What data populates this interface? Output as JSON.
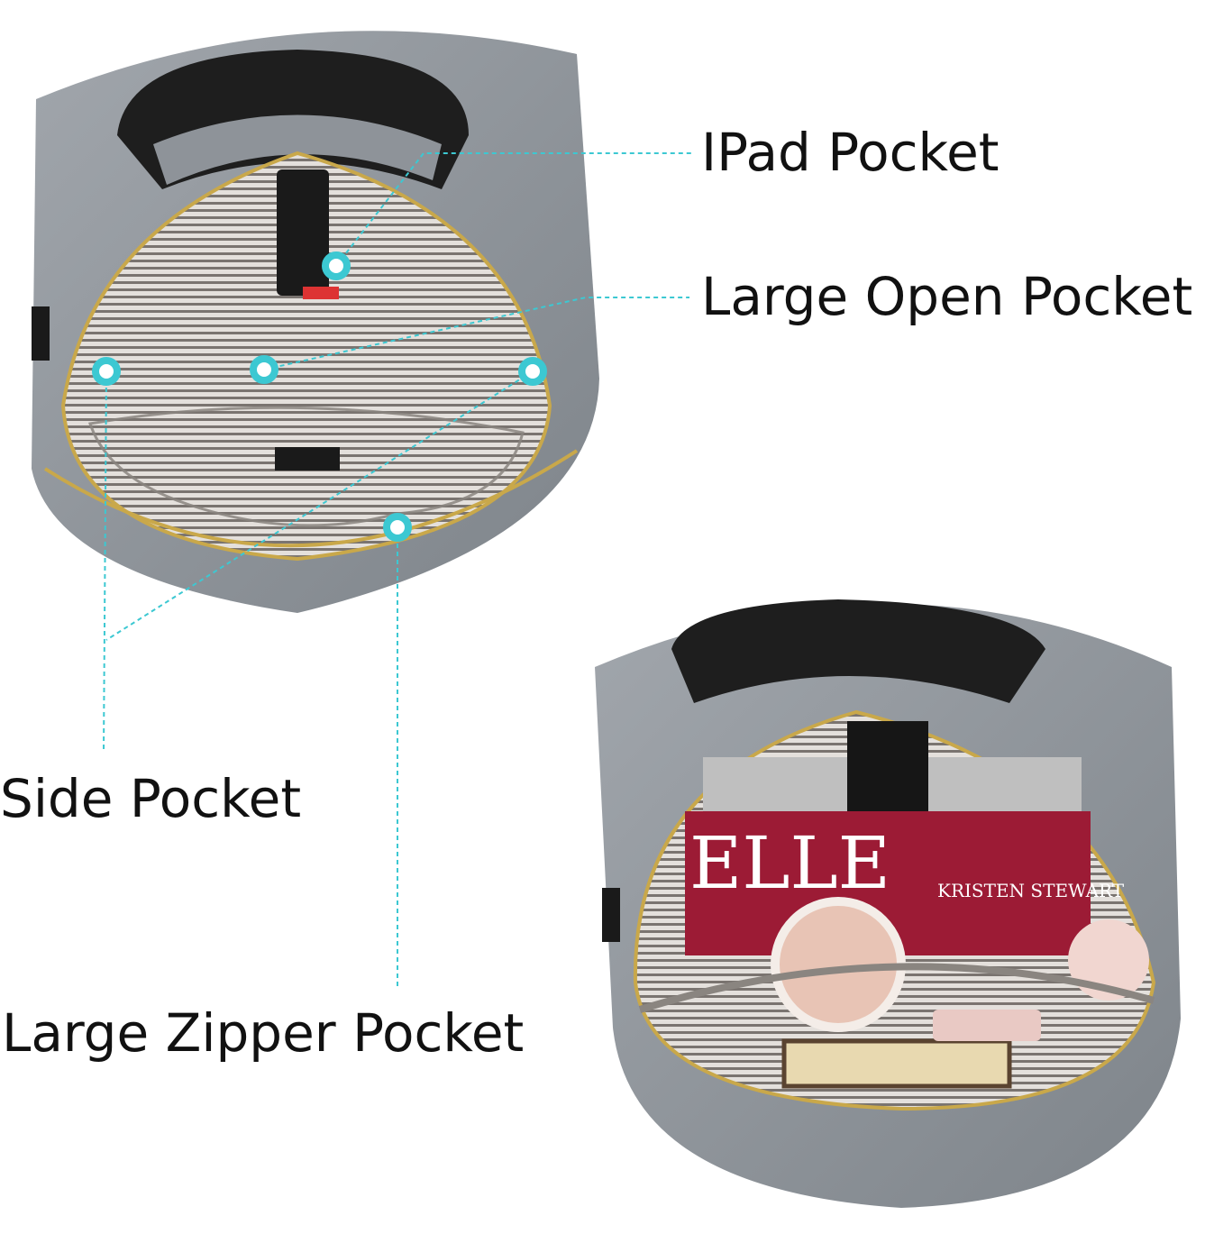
{
  "callouts": {
    "ipad_pocket": "IPad Pocket",
    "large_open_pocket": "Large Open Pocket",
    "side_pocket": "Side Pocket",
    "large_zipper_pocket": "Large Zipper Pocket"
  },
  "magazine": {
    "masthead": "ELLE",
    "cover_line": "KRISTEN STEWART"
  },
  "colors": {
    "callout_line": "#3cc8d2",
    "bag_body": "#8e9399",
    "lining_stripe": "#7a7470",
    "zipper": "#c9a84a"
  }
}
